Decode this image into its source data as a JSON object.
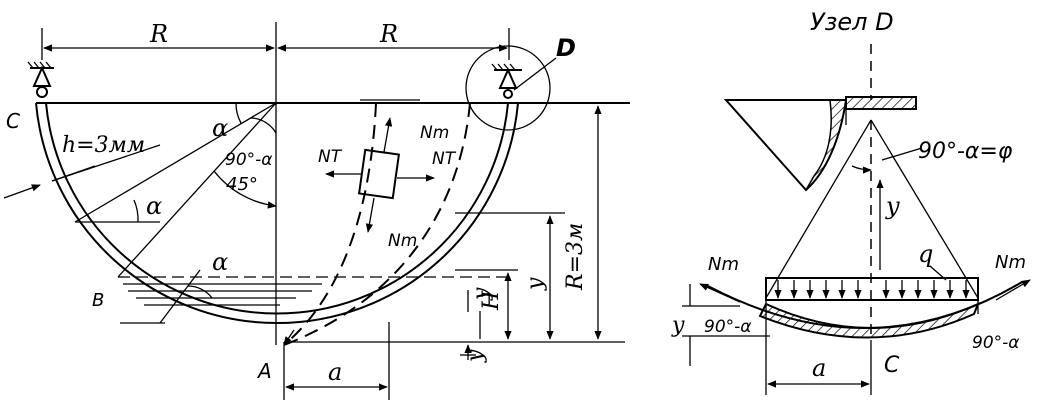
{
  "left": {
    "label_R_left": "R",
    "label_R_right": "R",
    "label_D": "D",
    "label_C": "C",
    "label_thickness": "h=3мм",
    "label_alpha_top": "α",
    "label_90_alpha": "90°-α",
    "label_45": "45°",
    "label_alpha_mid": "α",
    "label_alpha_low": "α",
    "label_Nm_top": "Nm",
    "label_NT_left": "NT",
    "label_NT_right": "NT",
    "label_Nm_bottom": "Nm",
    "label_R_3m": "R=3м",
    "label_y_right": "y",
    "label_y_mid": "y",
    "label_H": "H",
    "label_y_small": "y",
    "label_B": "B",
    "label_A": "A",
    "label_a": "a"
  },
  "right": {
    "title": "Узел D",
    "label_phi": "90°-α=φ",
    "label_y": "y",
    "label_q": "q",
    "label_Nm_left": "Nm",
    "label_Nm_right": "Nm",
    "label_90_alpha_left": "90°-α",
    "label_90_alpha_right": "90°-α",
    "label_y_left": "y",
    "label_a": "a",
    "label_C": "C"
  }
}
